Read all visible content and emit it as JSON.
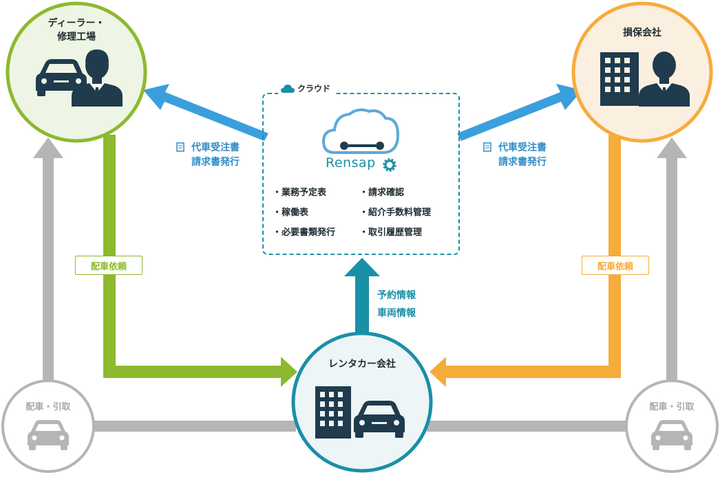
{
  "colors": {
    "green": "#8db92e",
    "orange": "#f6ac3b",
    "teal": "#1a8fa8",
    "blue": "#3a9fdc",
    "gray": "#b5b5b5",
    "navy": "#1f3b4d"
  },
  "nodes": {
    "dealer": {
      "label_line1": "ディーラー・",
      "label_line2": "修理工場"
    },
    "insurer": {
      "label": "損保会社"
    },
    "rental": {
      "label": "レンタカー会社"
    },
    "dispatch_left": {
      "label": "配車・引取"
    },
    "dispatch_right": {
      "label": "配車・引取"
    }
  },
  "cloud": {
    "tag": "クラウド",
    "logo": "Rensap",
    "features_left": [
      "・業務予定表",
      "・稼働表",
      "・必要書類発行"
    ],
    "features_right": [
      "・請求確認",
      "・紹介手数料管理",
      "・取引履歴管理"
    ]
  },
  "flows": {
    "to_dealer": {
      "line1": "代車受注書",
      "line2": "請求書発行"
    },
    "to_insurer": {
      "line1": "代車受注書",
      "line2": "請求書発行"
    },
    "from_rental": {
      "line1": "予約情報",
      "line2": "車両情報"
    },
    "dealer_request": "配車依頼",
    "insurer_request": "配車依頼"
  }
}
